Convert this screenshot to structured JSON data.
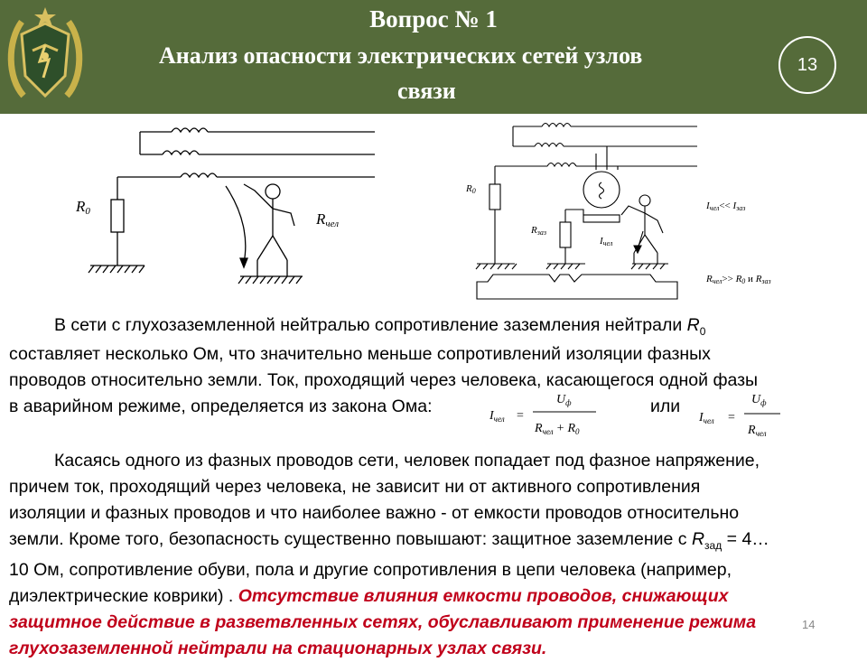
{
  "header": {
    "title_line1": "Вопрос № 1",
    "title_line2": "Анализ опасности электрических сетей узлов",
    "title_line3": "связи",
    "slide_number": "13"
  },
  "diagram": {
    "left": {
      "label_r0_main": "R",
      "label_r0_sub": "0",
      "label_rchel_main": "R",
      "label_rchel_sub": "чел"
    },
    "right": {
      "label_r0_main": "R",
      "label_r0_sub": "0",
      "label_rzaz_main": "R",
      "label_rzaz_sub": "заз",
      "label_ichel_main": "I",
      "label_ichel_sub": "чел",
      "rel1_a": "I",
      "rel1_a_sub": "чел",
      "rel1_op": "<< ",
      "rel1_b": "I",
      "rel1_b_sub": "заз",
      "rel2_a": "R",
      "rel2_a_sub": "чел",
      "rel2_op": ">> ",
      "rel2_b": "R",
      "rel2_b_sub": "0",
      "rel2_and": " и ",
      "rel2_c": "R",
      "rel2_c_sub": "заз"
    }
  },
  "paragraph1": {
    "line1": "В сети с глухозаземленной нейтралью сопротивление заземления нейтрали ",
    "line1_sym": "R",
    "line1_sub": "0",
    "line2": "составляет несколько Ом, что значительно меньше сопротивлений изоляции фазных",
    "line3": "проводов относительно земли. Ток, проходящий через человека, касающегося одной фазы",
    "line4": "в аварийном режиме, определяется из закона Ома:",
    "or": "или"
  },
  "formula1": {
    "lhs": "I",
    "lhs_sub": "чел",
    "eq": "=",
    "num": "U",
    "num_sub": "ф",
    "den_a": "R",
    "den_a_sub": "чел",
    "den_plus": "+",
    "den_b": "R",
    "den_b_sub": "0"
  },
  "formula2": {
    "lhs": "I",
    "lhs_sub": "чел",
    "eq": "=",
    "num": "U",
    "num_sub": "ф",
    "den": "R",
    "den_sub": "чел"
  },
  "paragraph2": {
    "line1": "Касаясь одного из фазных проводов сети, человек попадает под фазное напряжение,",
    "line2": "причем ток, проходящий через человека, не зависит ни от активного сопротивления",
    "line3": "изоляции и фазных проводов и что наиболее важно - от емкости проводов относительно",
    "line4a": "земли. Кроме того, безопасность существенно повышают: защитное заземление с ",
    "line4_sym": "R",
    "line4_sub": "зад",
    "line4b": " = 4…",
    "line5": "10 Ом, сопротивление обуви, пола и другие сопротивления в цепи человека (например,",
    "line6a": "диэлектрические коврики) . ",
    "line6_red": "Отсутствие влияния емкости проводов, снижающих",
    "line7_red": "защитное действие в разветвленных сетях, обуславливают применение режима",
    "line8_red": "глухозаземленной нейтрали на стационарных узлах связи."
  },
  "page_number": "14",
  "colors": {
    "header_bg": "#556b3a",
    "accent_red": "#c0001a"
  }
}
